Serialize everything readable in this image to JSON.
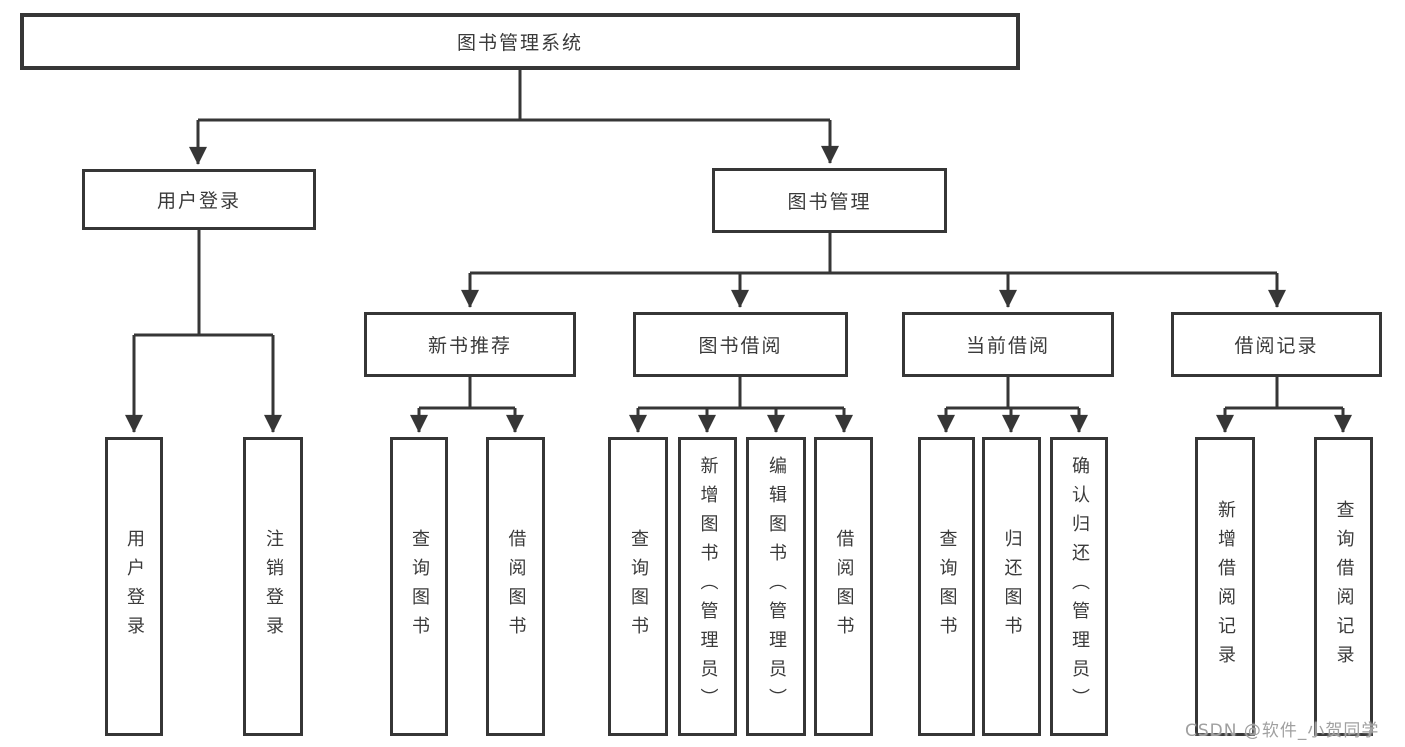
{
  "diagram": {
    "root": "图书管理系统",
    "branches": [
      {
        "label": "用户登录",
        "leaves": [
          "用户登录",
          "注销登录"
        ]
      },
      {
        "label": "图书管理",
        "sections": [
          {
            "label": "新书推荐",
            "leaves": [
              "查询图书",
              "借阅图书"
            ]
          },
          {
            "label": "图书借阅",
            "leaves": [
              "查询图书",
              "新增图书（管理员）",
              "编辑图书（管理员）",
              "借阅图书"
            ]
          },
          {
            "label": "当前借阅",
            "leaves": [
              "查询图书",
              "归还图书",
              "确认归还（管理员）"
            ]
          },
          {
            "label": "借阅记录",
            "leaves": [
              "新增借阅记录",
              "查询借阅记录"
            ]
          }
        ]
      }
    ]
  },
  "watermark": "CSDN @软件_小贺同学",
  "colors": {
    "line": "#363636",
    "text": "#3a3a3a",
    "watermark": "#a0a0a0",
    "background": "#ffffff"
  }
}
